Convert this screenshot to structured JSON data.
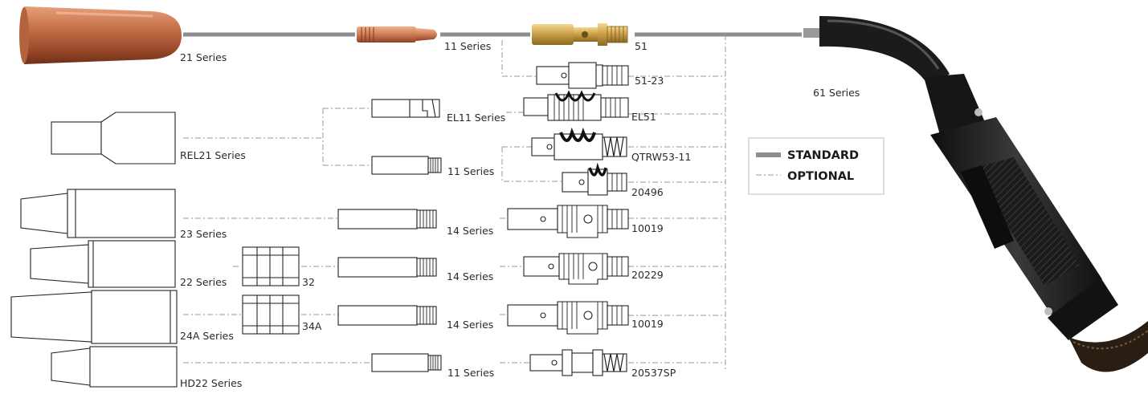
{
  "labels": {
    "nozzle_21": "21 Series",
    "tip_11_top": "11 Series",
    "diff_51": "51",
    "diff_51_23": "51-23",
    "gun_61": "61 Series",
    "tip_el11": "EL11 Series",
    "diff_el51": "EL51",
    "nozzle_rel21": "REL21 Series",
    "tip_11_mid": "11 Series",
    "diff_qtrw": "QTRW53-11",
    "diff_20496": "20496",
    "nozzle_23": "23 Series",
    "tip_14_a": "14 Series",
    "diff_10019_a": "10019",
    "nozzle_22": "22 Series",
    "insul_32": "32",
    "tip_14_b": "14 Series",
    "diff_20229": "20229",
    "nozzle_24a": "24A Series",
    "insul_34a": "34A",
    "tip_14_c": "14 Series",
    "diff_10019_b": "10019",
    "nozzle_hd22": "HD22 Series",
    "tip_11_bot": "11 Series",
    "diff_20537": "20537SP"
  },
  "legend": {
    "standard": "STANDARD",
    "optional": "OPTIONAL"
  },
  "colors": {
    "copper": "#c2704a",
    "brass": "#c9a04a",
    "standard_line": "#8e8e8e",
    "optional_line": "#9a9a9a",
    "gun_body": "#1c1c1c"
  }
}
